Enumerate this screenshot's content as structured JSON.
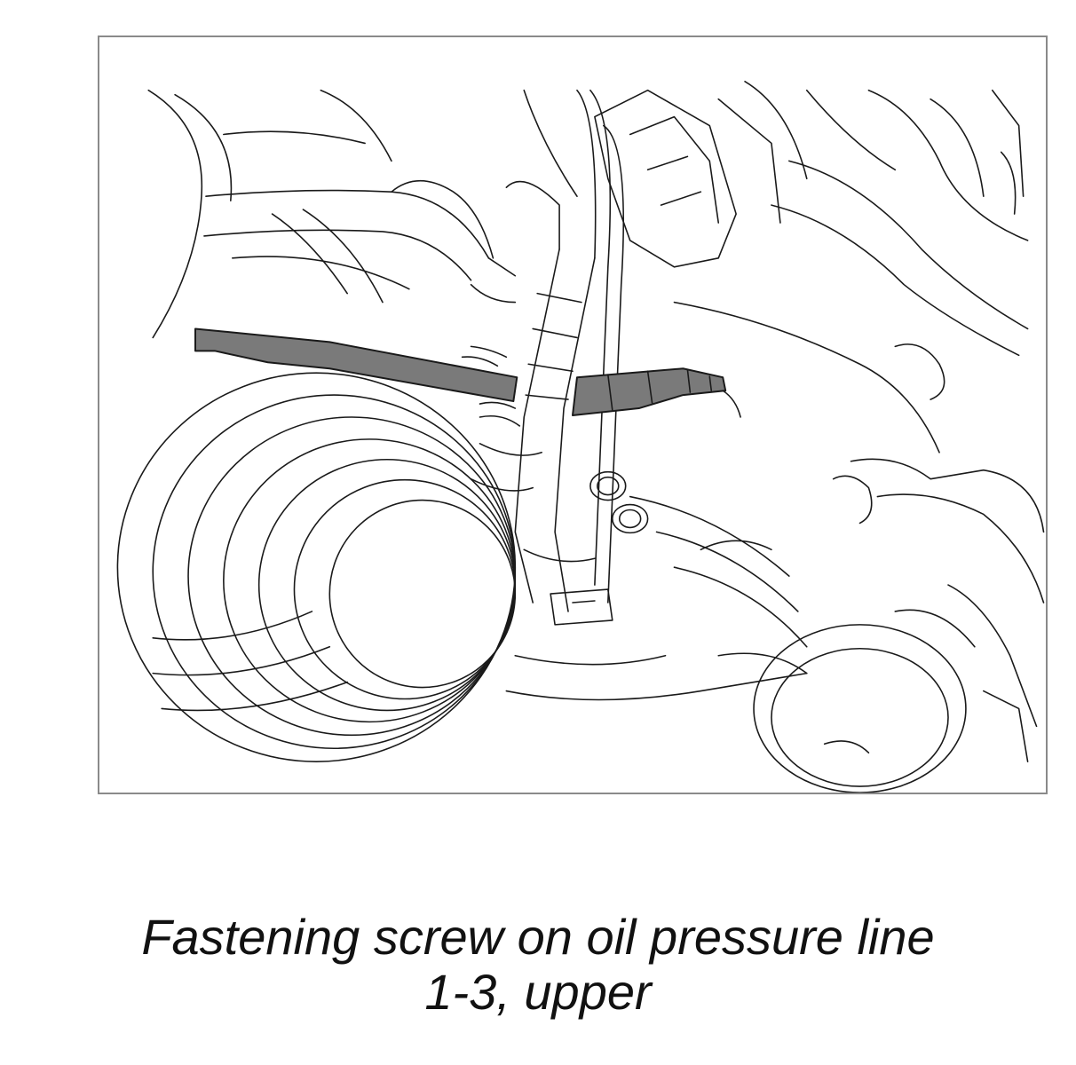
{
  "caption": {
    "line1": "Fastening screw on oil pressure line",
    "line2": "1-3, upper"
  },
  "colors": {
    "line": "#1a1a1a",
    "highlight": "#7a7a7a",
    "frame": "#8a8a8a"
  },
  "icons": [
    "engine-line-drawing",
    "oil-pressure-line-highlight"
  ]
}
